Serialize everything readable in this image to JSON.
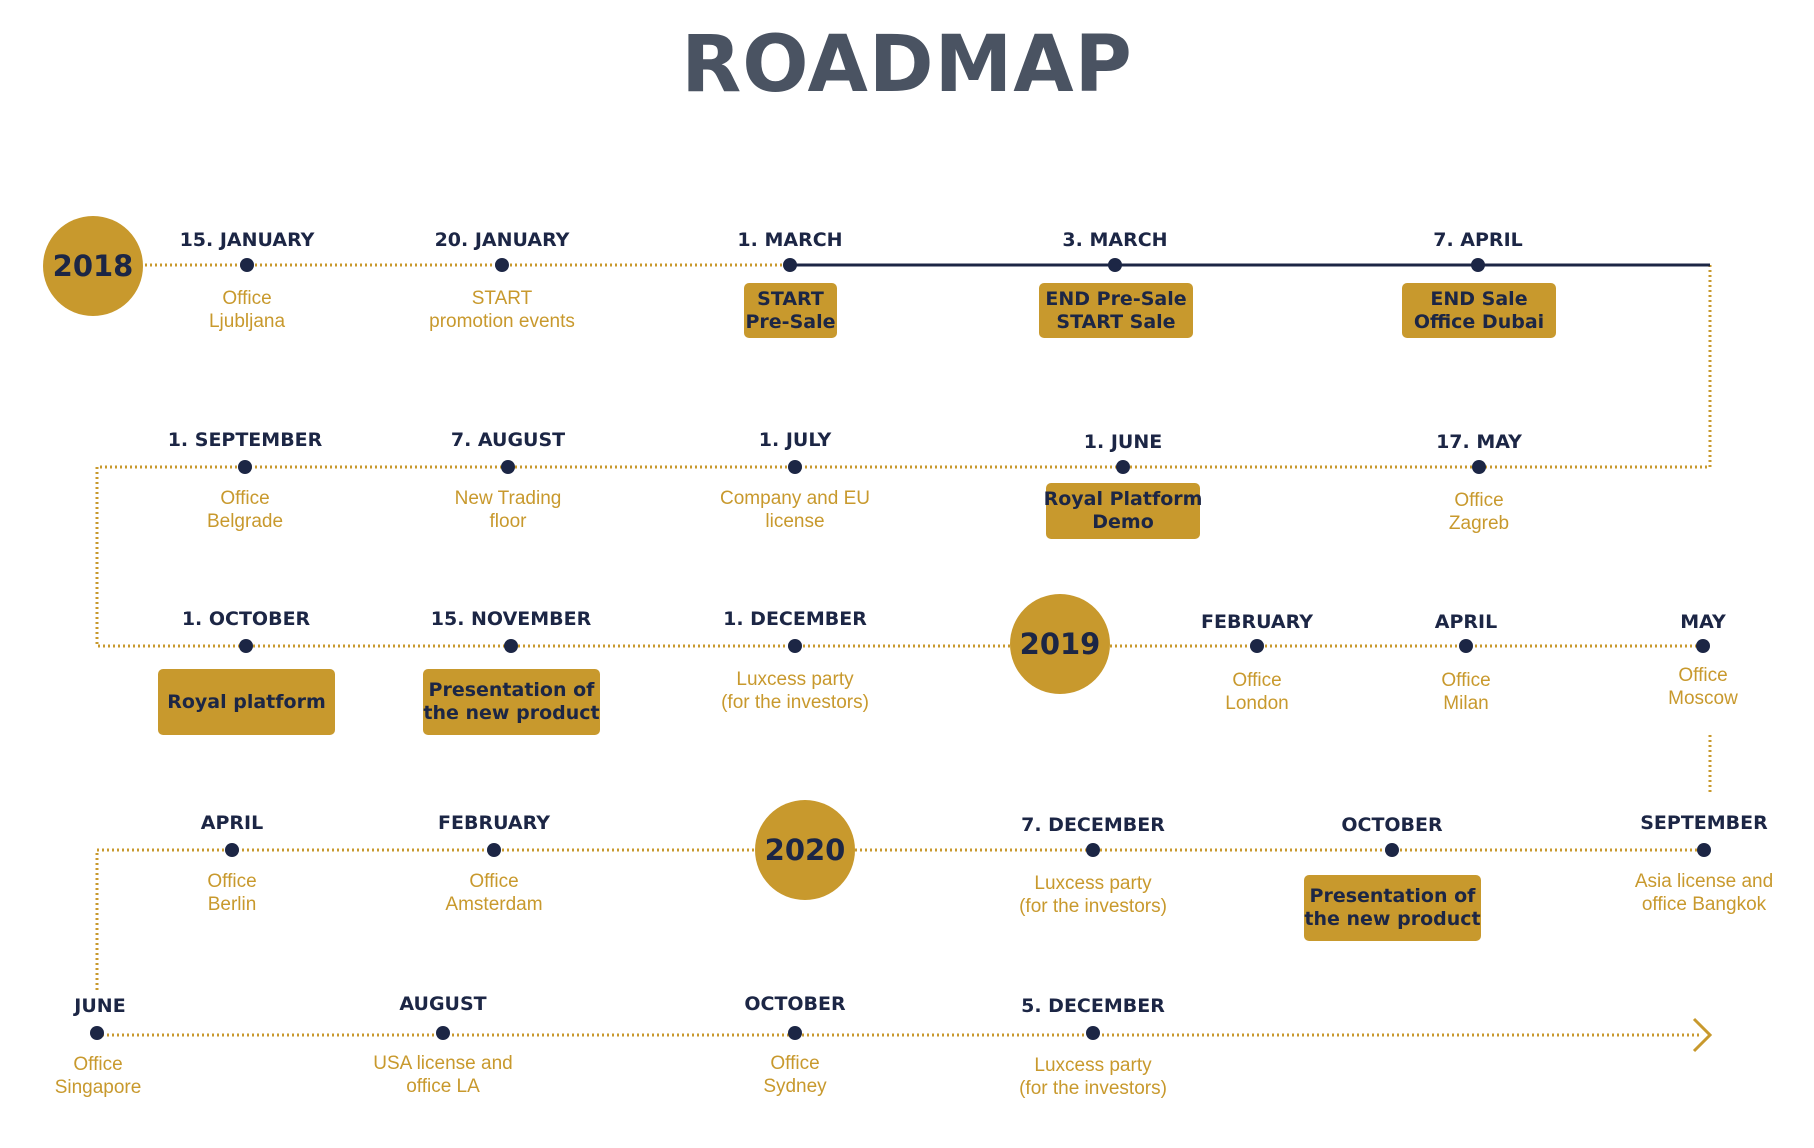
{
  "title": "ROADMAP",
  "colors": {
    "gold": "#c8992d",
    "navy": "#1c2645",
    "title_gray": "#4a5362"
  },
  "years": [
    "2018",
    "2019",
    "2020"
  ],
  "row1": [
    {
      "date": "15. JANUARY",
      "desc": "Office\nLjubljana"
    },
    {
      "date": "20. JANUARY",
      "desc": "START\npromotion events"
    },
    {
      "date": "1. MARCH",
      "box": "START\nPre-Sale"
    },
    {
      "date": "3. MARCH",
      "box": "END Pre-Sale\nSTART Sale"
    },
    {
      "date": "7. APRIL",
      "box": "END Sale\nOffice Dubai"
    }
  ],
  "row2": [
    {
      "date": "1. SEPTEMBER",
      "desc": "Office\nBelgrade"
    },
    {
      "date": "7. AUGUST",
      "desc": "New Trading\nfloor"
    },
    {
      "date": "1. JULY",
      "desc": "Company and EU\nlicense"
    },
    {
      "date": "1. JUNE",
      "box": "Royal Platform\nDemo"
    },
    {
      "date": "17. MAY",
      "desc": "Office\nZagreb"
    }
  ],
  "row3": [
    {
      "date": "1. OCTOBER",
      "box": "Royal platform"
    },
    {
      "date": "15. NOVEMBER",
      "box": "Presentation of\nthe new product"
    },
    {
      "date": "1. DECEMBER",
      "desc": "Luxcess party\n(for the investors)"
    },
    {
      "date": "FEBRUARY",
      "desc": "Office\nLondon"
    },
    {
      "date": "APRIL",
      "desc": "Office\nMilan"
    },
    {
      "date": "MAY",
      "desc": "Office\nMoscow"
    }
  ],
  "row4": [
    {
      "date": "APRIL",
      "desc": "Office\nBerlin"
    },
    {
      "date": "FEBRUARY",
      "desc": "Office\nAmsterdam"
    },
    {
      "date": "7. DECEMBER",
      "desc": "Luxcess party\n(for the investors)"
    },
    {
      "date": "OCTOBER",
      "box": "Presentation of\nthe new product"
    },
    {
      "date": "SEPTEMBER",
      "desc": "Asia license and\noffice Bangkok"
    }
  ],
  "row5": [
    {
      "date": "JUNE",
      "desc": "Office\nSingapore"
    },
    {
      "date": "AUGUST",
      "desc": "USA license and\noffice LA"
    },
    {
      "date": "OCTOBER",
      "desc": "Office\nSydney"
    },
    {
      "date": "5. DECEMBER",
      "desc": "Luxcess party\n(for the investors)"
    }
  ]
}
